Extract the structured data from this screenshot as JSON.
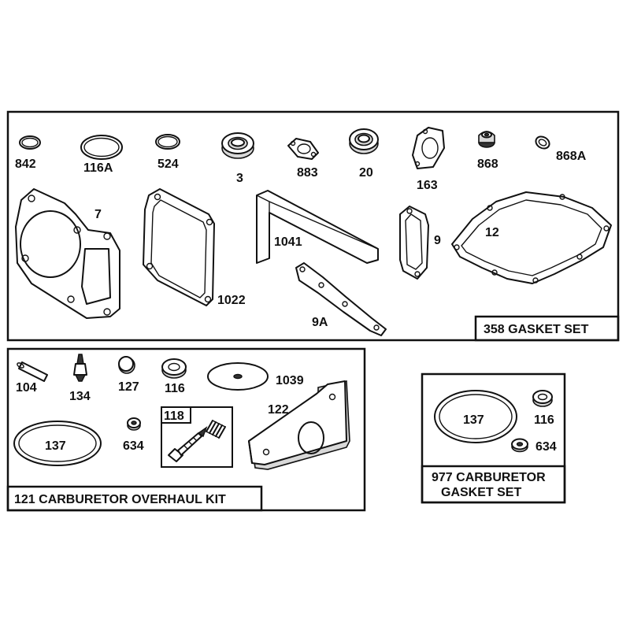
{
  "gasket_set": {
    "title": "358 GASKET SET",
    "parts": {
      "p842": "842",
      "p116A": "116A",
      "p524": "524",
      "p3": "3",
      "p883": "883",
      "p20": "20",
      "p163": "163",
      "p868": "868",
      "p868A": "868A",
      "p7": "7",
      "p1022": "1022",
      "p1041": "1041",
      "p9": "9",
      "p12": "12",
      "p9A": "9A"
    }
  },
  "overhaul_kit": {
    "title": "121 CARBURETOR OVERHAUL KIT",
    "parts": {
      "p104": "104",
      "p134": "134",
      "p127": "127",
      "p116": "116",
      "p1039": "1039",
      "p118": "118",
      "p122": "122",
      "p137": "137",
      "p634": "634"
    }
  },
  "carb_gasket_set": {
    "title_line1": "977 CARBURETOR",
    "title_line2": "GASKET SET",
    "parts": {
      "p137": "137",
      "p116": "116",
      "p634": "634"
    }
  }
}
